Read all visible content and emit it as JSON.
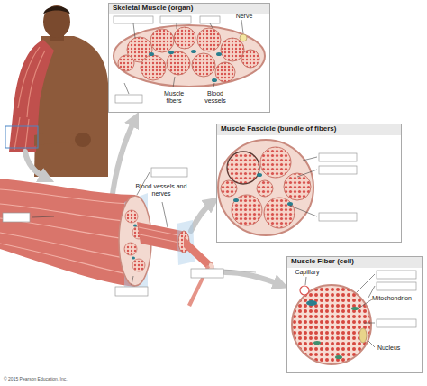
{
  "diagram": {
    "nodes": [
      {
        "text": [
          "Skeletal Muscle (organ)",
          "Nerve",
          "Muscle fibers",
          "Blood vessels"
        ]
      },
      {
        "text": [
          "Muscle Fascicle (bundle of fibers)"
        ]
      },
      {
        "text": [
          "Muscle Fiber (cell)",
          "Capillary",
          "Mitochondrion",
          "Nucleus"
        ]
      }
    ],
    "labels": [
      "Blood vessels and nerves",
      "© 2015 Pearson Education, Inc."
    ]
  }
}
